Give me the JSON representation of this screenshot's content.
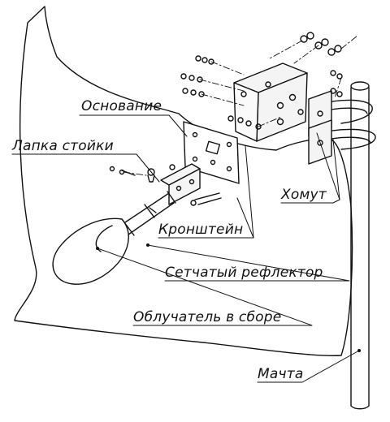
{
  "labels": {
    "osnovanie": "Основание",
    "lapka": "Лапка стойки",
    "homut": "Хомут",
    "kronshtein": "Кронштейн",
    "reflector": "Сетчатый рефлектор",
    "obluchatel": "Облучатель в сборе",
    "machta": "Мачта"
  },
  "colors": {
    "line": "#111111",
    "background": "#ffffff",
    "metal": "#f4f4f4"
  }
}
